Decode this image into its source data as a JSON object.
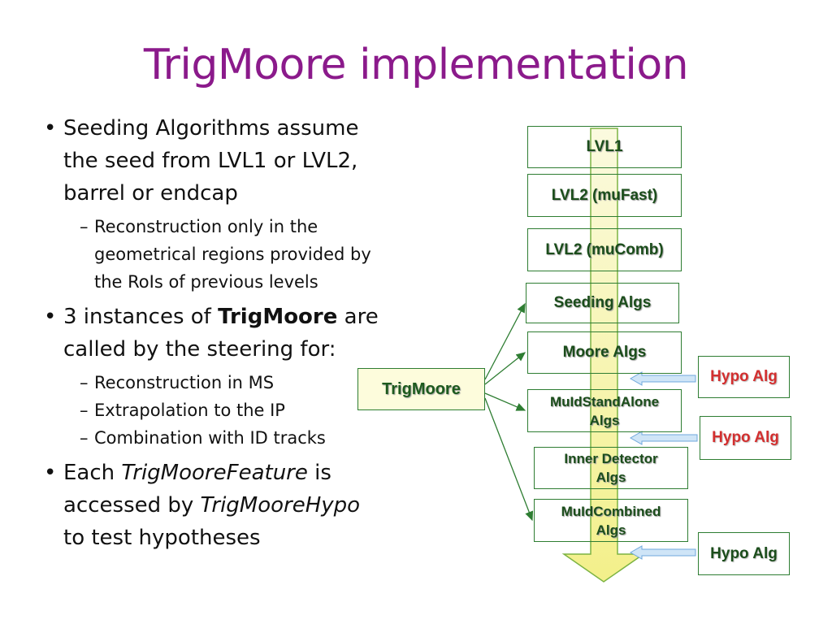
{
  "slide": {
    "title": "TrigMoore implementation"
  },
  "bullets": {
    "b1_line1": "Seeding Algorithms assume",
    "b1_line2": "the seed from  LVL1 or LVL2,",
    "b1_line3": "barrel or endcap",
    "b1_sub_line1": "Reconstruction only in the",
    "b1_sub_line2": "geometrical regions provided by",
    "b1_sub_line3": "the RoIs of previous levels",
    "b2_pre": "3 instances of ",
    "b2_bold": "TrigMoore",
    "b2_post": " are",
    "b2_line2": "called by the steering for:",
    "b2_sub1": "Reconstruction in MS",
    "b2_sub2": "Extrapolation to the IP",
    "b2_sub3": "Combination with ID tracks",
    "b3_pre": "Each ",
    "b3_it1": "TrigMooreFeature",
    "b3_post1": " is",
    "b3_line2_pre": "accessed by ",
    "b3_it2": "TrigMooreHypo",
    "b3_line3": "to test hypotheses",
    "bullet_symbol": "•",
    "dash_symbol": "–"
  },
  "diagram": {
    "boxes": {
      "lvl1": "LVL1",
      "lvl2_mufast": "LVL2 (muFast)",
      "lvl2_mucomb": "LVL2 (muComb)",
      "seeding_line1": "Seeding Algs",
      "moore": "Moore Algs",
      "muid_standalone_line1": "MuIdStandAlone",
      "muid_standalone_line2": "Algs",
      "inner_detector_line1": "Inner Detector",
      "inner_detector_line2": "Algs",
      "muid_combined_line1": "MuIdCombined",
      "muid_combined_line2": "Algs"
    },
    "trigmoore": "TrigMoore",
    "hypo1": "Hypo Alg",
    "hypo2": "Hypo Alg",
    "hypo3": "Hypo Alg",
    "colors": {
      "green_arrow_fill": "#f7f5a3",
      "green_arrow_stroke": "#7cb342",
      "box_border": "#2e7d32",
      "hypo_red": "#d32f2f",
      "feed_arrow": "#b3d4f0",
      "title_purple": "#8b1a8b"
    }
  }
}
